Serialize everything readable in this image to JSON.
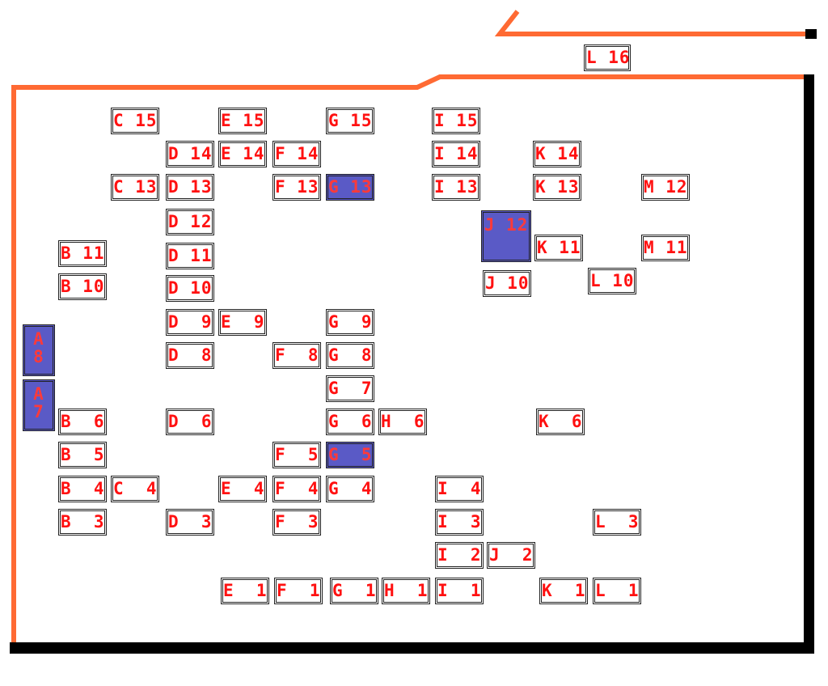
{
  "colors": {
    "wall_outline": "#ff6a33",
    "wall_thick": "#000000",
    "cell_text": "#ff1111",
    "cell_border": "#222222",
    "cell_highlight": "#5a5ac6"
  },
  "cells": {
    "L16": "L 16",
    "C15": "C 15",
    "E15": "E 15",
    "G15": "G 15",
    "I15": "I 15",
    "D14": "D 14",
    "E14": "E 14",
    "F14": "F 14",
    "I14": "I 14",
    "K14": "K 14",
    "C13": "C 13",
    "D13": "D 13",
    "F13": "F 13",
    "G13": "G 13",
    "I13": "I 13",
    "K13": "K 13",
    "M12": "M 12",
    "D12": "D 12",
    "J12": "J 12",
    "B11": "B 11",
    "D11": "D 11",
    "K11": "K 11",
    "M11": "M 11",
    "B10": "B 10",
    "D10": "D 10",
    "J10": "J 10",
    "L10": "L 10",
    "D9": "D  9",
    "E9": "E  9",
    "G9": "G  9",
    "A8": "A\n8",
    "D8": "D  8",
    "F8": "F  8",
    "G8": "G  8",
    "A7": "A\n7",
    "G7": "G  7",
    "B6": "B  6",
    "D6": "D  6",
    "G6": "G  6",
    "H6": "H  6",
    "K6": "K  6",
    "B5": "B  5",
    "F5": "F  5",
    "G5": "G  5",
    "B4": "B  4",
    "C4": "C  4",
    "E4": "E  4",
    "F4": "F  4",
    "G4": "G  4",
    "I4": "I  4",
    "B3": "B  3",
    "D3": "D  3",
    "F3": "F  3",
    "I3": "I  3",
    "L3": "L  3",
    "I2": "I  2",
    "J2": "J  2",
    "E1": "E  1",
    "F1": "F  1",
    "G1": "G  1",
    "H1": "H  1",
    "I1": "I  1",
    "K1": "K  1",
    "L1": "L  1"
  }
}
